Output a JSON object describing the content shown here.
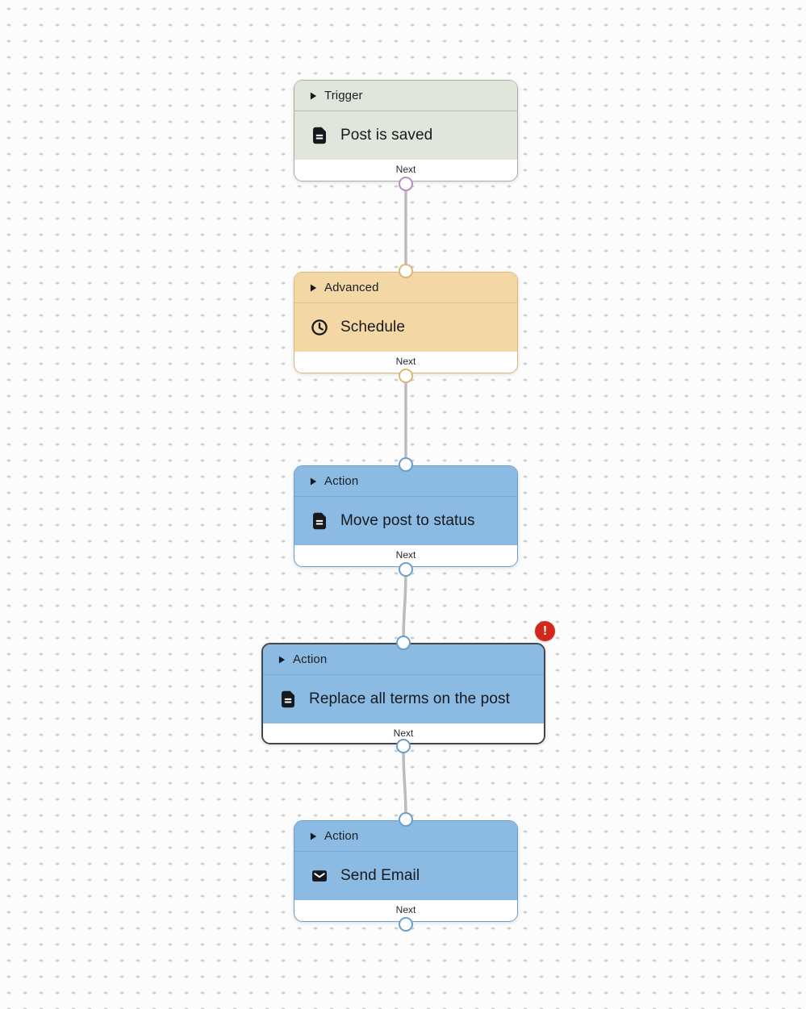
{
  "canvas": {
    "background": "#fcfcfc",
    "dot_color": "#cfcfcf",
    "edge_color": "#bcbcbc"
  },
  "error_badge": {
    "glyph": "!",
    "color": "#d2281c"
  },
  "nodes": [
    {
      "category": "Trigger",
      "title": "Post is saved",
      "icon": "document-icon",
      "next_label": "Next",
      "selected": false,
      "has_error": false,
      "colors": {
        "fill": "#e0e6dc",
        "border": "#a6b0a3",
        "divider": "#b6c0b2",
        "port": "#b48fc0"
      }
    },
    {
      "category": "Advanced",
      "title": "Schedule",
      "icon": "clock-icon",
      "next_label": "Next",
      "selected": false,
      "has_error": false,
      "colors": {
        "fill": "#f3d8a5",
        "border": "#d8b878",
        "divider": "#ddc28b",
        "port": "#d8b878"
      }
    },
    {
      "category": "Action",
      "title": "Move post to status",
      "icon": "document-icon",
      "next_label": "Next",
      "selected": false,
      "has_error": false,
      "colors": {
        "fill": "#8bbbe3",
        "border": "#6a9ecb",
        "divider": "#78a9d4",
        "port": "#6a9ecb"
      }
    },
    {
      "category": "Action",
      "title": "Replace all terms on the post",
      "icon": "document-icon",
      "next_label": "Next",
      "selected": true,
      "has_error": true,
      "colors": {
        "fill": "#8bbbe3",
        "border": "#42474d",
        "divider": "#78a9d4",
        "port": "#6a9ecb"
      }
    },
    {
      "category": "Action",
      "title": "Send Email",
      "icon": "envelope-icon",
      "next_label": "Next",
      "selected": false,
      "has_error": false,
      "colors": {
        "fill": "#8bbbe3",
        "border": "#6a9ecb",
        "divider": "#78a9d4",
        "port": "#6a9ecb"
      }
    }
  ]
}
